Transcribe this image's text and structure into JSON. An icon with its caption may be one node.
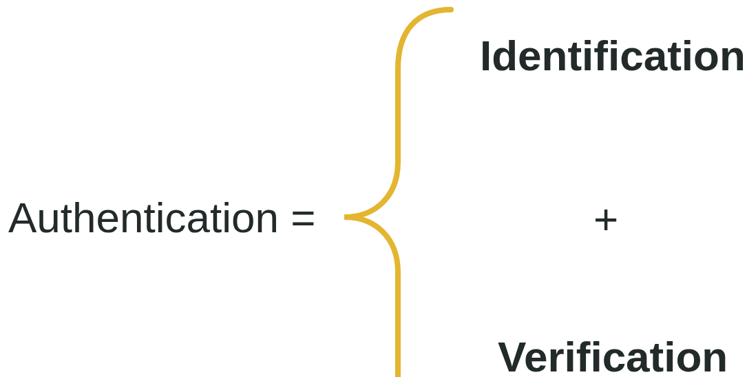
{
  "diagram": {
    "labels": [
      "Authentication =",
      "Identification",
      "+",
      "Verification"
    ]
  }
}
